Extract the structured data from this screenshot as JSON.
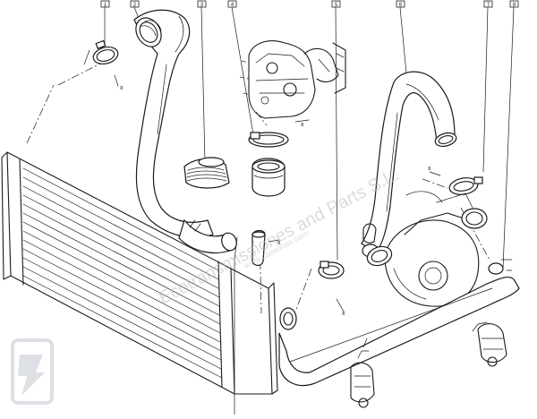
{
  "watermark": {
    "main_text": "Ecotransmissiones and Parts S.L.",
    "sub_text": "www.camiones.com",
    "color": "#b9c0c8"
  },
  "reference_labels": [
    {
      "id": "ref-1",
      "text": "1"
    },
    {
      "id": "ref-2",
      "text": "2"
    },
    {
      "id": "ref-3",
      "text": "3"
    },
    {
      "id": "ref-4",
      "text": "4"
    },
    {
      "id": "ref-5",
      "text": "5"
    },
    {
      "id": "ref-6",
      "text": "6"
    },
    {
      "id": "ref-7",
      "text": "7"
    },
    {
      "id": "ref-8",
      "text": "8"
    }
  ],
  "dimension_marks": {
    "x_mark": "x"
  },
  "colors": {
    "line": "#1a1a1a",
    "background": "#ffffff"
  }
}
